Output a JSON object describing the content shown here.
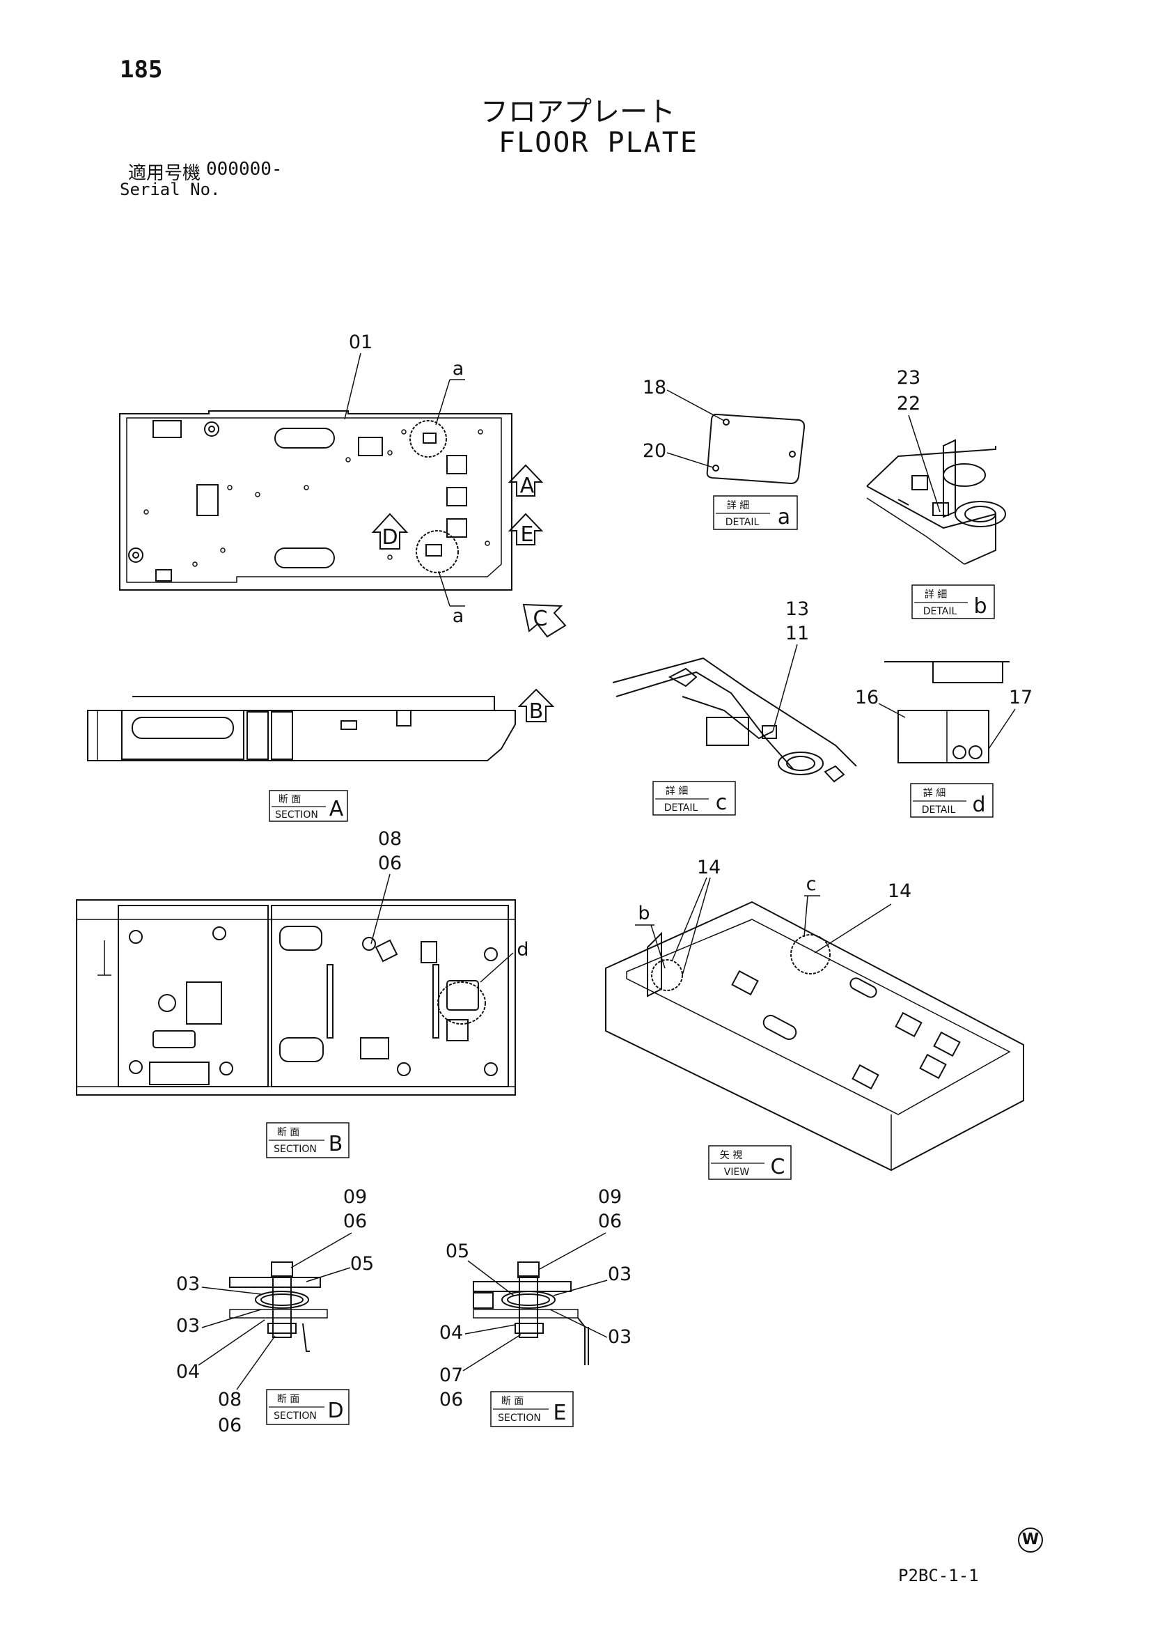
{
  "page_number": "185",
  "title_jp": "フロアプレート",
  "title_en": "FLOOR PLATE",
  "serial_label_jp": "適用号機",
  "serial_value": "000000-",
  "serial_label_en": "Serial No.",
  "drawing_code": "P2BC-1-1",
  "watermark_symbol": "W",
  "captions": {
    "detail_a": {
      "jp": "詳 細",
      "en": "DETAIL",
      "letter": "a"
    },
    "detail_b": {
      "jp": "詳 細",
      "en": "DETAIL",
      "letter": "b"
    },
    "detail_c": {
      "jp": "詳 細",
      "en": "DETAIL",
      "letter": "c"
    },
    "detail_d": {
      "jp": "詳 細",
      "en": "DETAIL",
      "letter": "d"
    },
    "section_a": {
      "jp": "断 面",
      "en": "SECTION",
      "letter": "A"
    },
    "section_b": {
      "jp": "断 面",
      "en": "SECTION",
      "letter": "B"
    },
    "section_d": {
      "jp": "断 面",
      "en": "SECTION",
      "letter": "D"
    },
    "section_e": {
      "jp": "断 面",
      "en": "SECTION",
      "letter": "E"
    },
    "view_c": {
      "jp": "矢 視",
      "en": "VIEW",
      "letter": "C"
    }
  },
  "view_arrows": [
    "A",
    "E",
    "D",
    "C",
    "B"
  ],
  "callouts": {
    "p01": "01",
    "a_top": "a",
    "a_bottom": "a",
    "p18": "18",
    "p20": "20",
    "p23": "23",
    "p22": "22",
    "p13": "13",
    "p11": "11",
    "p16": "16",
    "p17": "17",
    "p08": "08",
    "p06": "06",
    "d": "d",
    "p14_left": "14",
    "p14_right": "14",
    "b": "b",
    "c": "c",
    "sd_09": "09",
    "sd_06": "06",
    "sd_05": "05",
    "sd_03a": "03",
    "sd_03b": "03",
    "sd_04": "04",
    "sd_08": "08",
    "sd_06b": "06",
    "se_09": "09",
    "se_06": "06",
    "se_05": "05",
    "se_03a": "03",
    "se_04": "04",
    "se_03b": "03",
    "se_07": "07",
    "se_06b": "06"
  }
}
